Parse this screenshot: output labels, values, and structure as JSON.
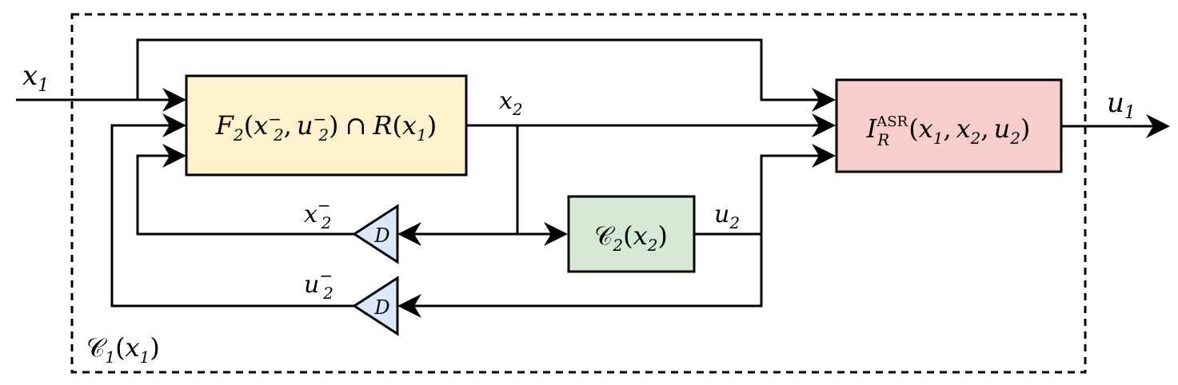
{
  "outer_block": {
    "label": "𝒞",
    "sub": "1",
    "arg_open": "(",
    "arg_var": "x",
    "arg_sub": "1",
    "arg_close": ")"
  },
  "input": {
    "var": "x",
    "sub": "1"
  },
  "output": {
    "var": "u",
    "sub": "1"
  },
  "f2_block": {
    "color": "#fff2cc",
    "func": "F",
    "func_sub": "2",
    "p1": "(",
    "a1": "x",
    "a1_sub": "2",
    "a1_sup": "−",
    "comma": ",",
    "a2": "u",
    "a2_sub": "2",
    "a2_sup": "−",
    "p2": ")",
    "cap": "∩",
    "r": "R",
    "r_p1": "(",
    "r_var": "x",
    "r_sub": "1",
    "r_p2": ")"
  },
  "c2_block": {
    "color": "#d5e8d4",
    "label": "𝒞",
    "sub": "2",
    "p1": "(",
    "var": "x",
    "var_sub": "2",
    "p2": ")"
  },
  "i_block": {
    "color": "#f8cecc",
    "func": "I",
    "func_sub": "R",
    "func_sup": "ASR",
    "p1": "(",
    "a1": "x",
    "a1_sub": "1",
    "c1": ",",
    "a2": "x",
    "a2_sub": "2",
    "c2": ",",
    "a3": "u",
    "a3_sub": "2",
    "p2": ")"
  },
  "delay_blocks": [
    {
      "label": "D",
      "color": "#dae8fc",
      "out_var": "x",
      "out_sub": "2",
      "out_sup": "−"
    },
    {
      "label": "D",
      "color": "#dae8fc",
      "out_var": "u",
      "out_sub": "2",
      "out_sup": "−"
    }
  ],
  "signals": {
    "x2": {
      "var": "x",
      "sub": "2"
    },
    "u2": {
      "var": "u",
      "sub": "2"
    }
  }
}
